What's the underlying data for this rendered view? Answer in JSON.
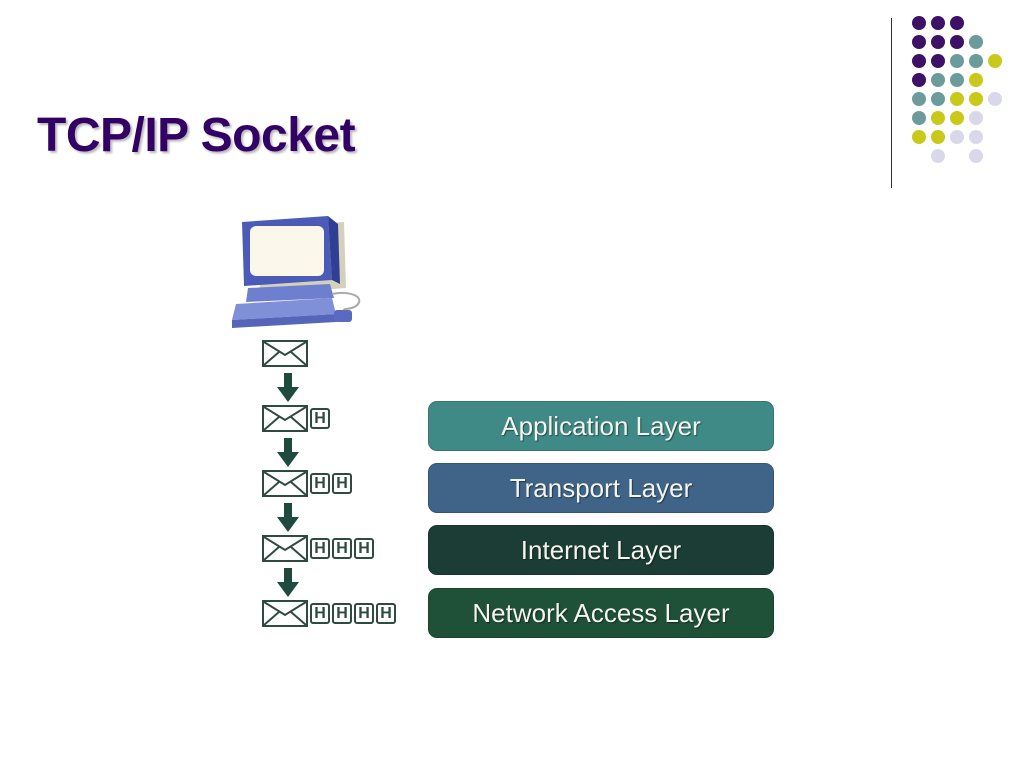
{
  "slide": {
    "title": "TCP/IP Socket"
  },
  "decoration": {
    "dot_colors": {
      "purple": "#3d1166",
      "teal": "#6b9c9b",
      "yellow": "#c9c91c",
      "lavender": "#d8d8ea"
    },
    "dot_grid": [
      [
        "purple",
        "purple",
        "purple",
        null,
        null
      ],
      [
        "purple",
        "purple",
        "purple",
        "teal",
        null
      ],
      [
        "purple",
        "purple",
        "teal",
        "teal",
        "yellow"
      ],
      [
        "purple",
        "teal",
        "teal",
        "yellow",
        null
      ],
      [
        "teal",
        "teal",
        "yellow",
        "yellow",
        "lavender"
      ],
      [
        "teal",
        "yellow",
        "yellow",
        "lavender",
        null
      ],
      [
        "yellow",
        "yellow",
        "lavender",
        "lavender",
        null
      ],
      [
        null,
        "lavender",
        null,
        "lavender",
        null
      ]
    ]
  },
  "diagram": {
    "computer_icon": "desktop-computer-icon",
    "encapsulation_steps": [
      {
        "headers": []
      },
      {
        "headers": [
          "H"
        ]
      },
      {
        "headers": [
          "H",
          "H"
        ]
      },
      {
        "headers": [
          "H",
          "H",
          "H"
        ]
      },
      {
        "headers": [
          "H",
          "H",
          "H",
          "H"
        ]
      }
    ],
    "layers": [
      {
        "label": "Application Layer",
        "color": "#3f8a86"
      },
      {
        "label": "Transport Layer",
        "color": "#3f6488"
      },
      {
        "label": "Internet Layer",
        "color": "#1c3d35"
      },
      {
        "label": "Network Access Layer",
        "color": "#1f5038"
      }
    ]
  }
}
